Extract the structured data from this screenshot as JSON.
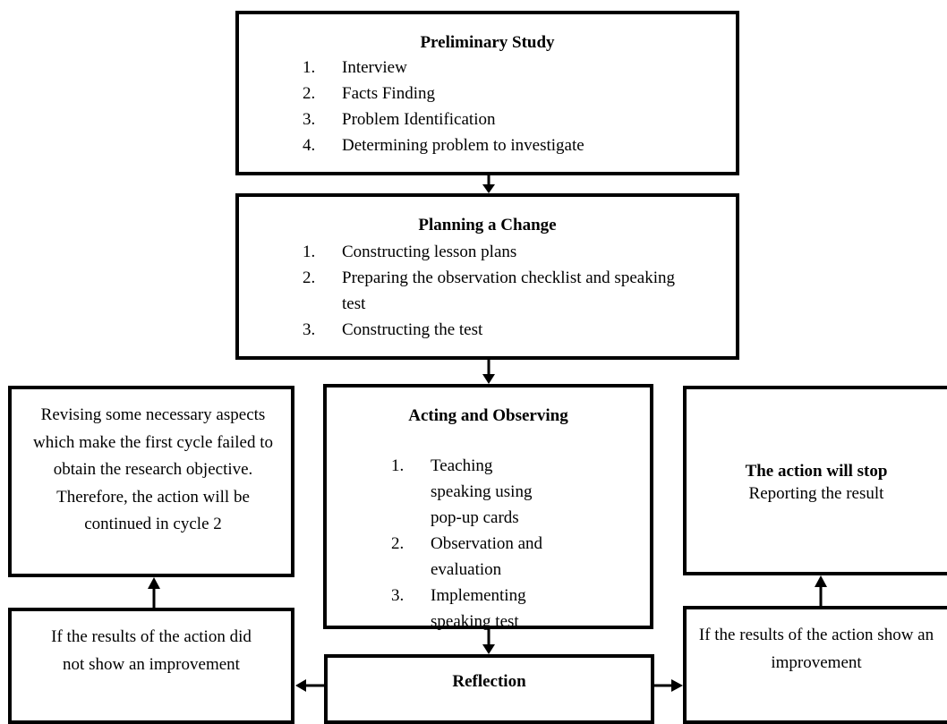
{
  "preliminary": {
    "title": "Preliminary Study",
    "items": [
      {
        "num": "1.",
        "text": "Interview"
      },
      {
        "num": "2.",
        "text": "Facts Finding"
      },
      {
        "num": "3.",
        "text": "Problem Identification"
      },
      {
        "num": "4.",
        "text": "Determining problem to investigate"
      }
    ]
  },
  "planning": {
    "title": "Planning a Change",
    "items": [
      {
        "num": "1.",
        "text": "Constructing lesson plans"
      },
      {
        "num": "2.",
        "text": "Preparing the observation checklist and speaking test"
      },
      {
        "num": "3.",
        "text": "Constructing the test"
      }
    ]
  },
  "acting": {
    "title": "Acting and Observing",
    "items": [
      {
        "num": "1.",
        "text": "Teaching speaking using pop-up cards"
      },
      {
        "num": "2.",
        "text": "Observation and evaluation"
      },
      {
        "num": "3.",
        "text": "Implementing speaking test"
      }
    ]
  },
  "revising": {
    "text": "Revising some necessary aspects which make the first cycle failed to obtain the research objective. Therefore, the action will be continued in cycle 2"
  },
  "stop": {
    "title": "The action will stop",
    "text": "Reporting the result"
  },
  "no_improvement": {
    "text": "If the results of the action did not show an improvement"
  },
  "improvement": {
    "text": "If the results of the action show an improvement"
  },
  "reflection": {
    "title": "Reflection"
  }
}
